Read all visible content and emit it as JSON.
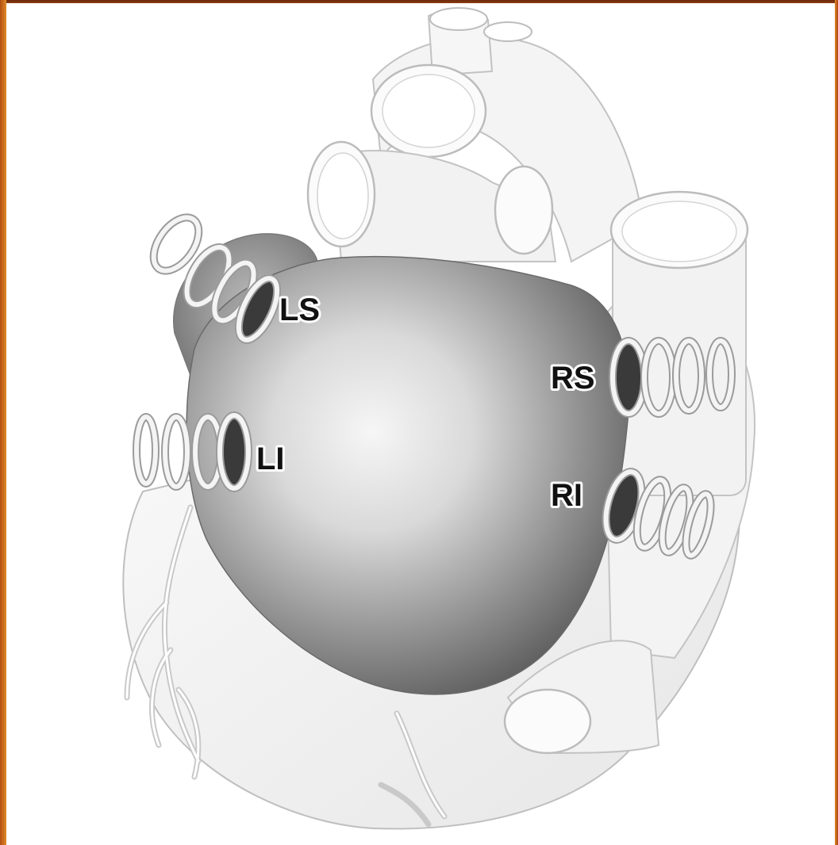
{
  "figure": {
    "labels": {
      "ls": "LS",
      "li": "LI",
      "rs": "RS",
      "ri": "RI"
    }
  }
}
